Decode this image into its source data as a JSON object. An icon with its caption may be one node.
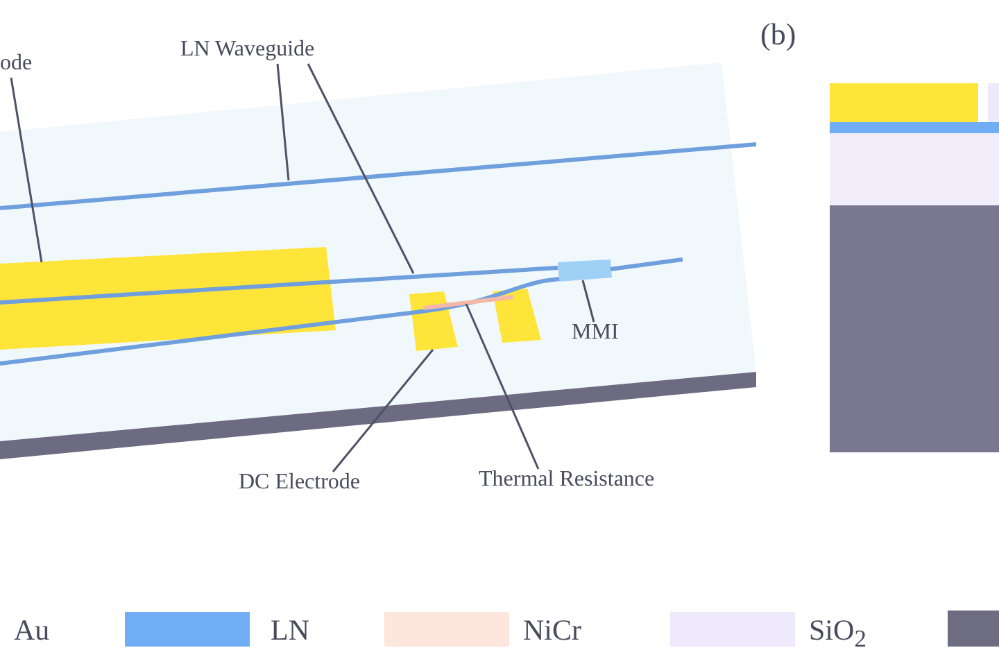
{
  "diagram": {
    "nodes": [
      {
        "text": [
          "ode"
        ]
      },
      {
        "text": [
          "LN Waveguide"
        ]
      },
      {
        "text": [],
        "shape": "bar"
      },
      {
        "text": [],
        "shape": "bar"
      },
      {
        "text": [],
        "shape": "box"
      },
      {
        "text": [],
        "shape": "box"
      },
      {
        "text": [
          "MMI"
        ]
      },
      {
        "text": [],
        "shape": "box"
      },
      {
        "text": [
          "DC Electrode"
        ]
      },
      {
        "text": [],
        "shape": "bar"
      },
      {
        "text": [
          "Thermal Resistance"
        ]
      },
      {
        "text": [],
        "shape": "box"
      }
    ],
    "edges": [
      {
        "from": 1,
        "to": 2,
        "arrow": "none"
      },
      {
        "from": 1,
        "to": 3,
        "arrow": "none"
      },
      {
        "from": 0,
        "to": 4,
        "arrow": "none"
      },
      {
        "from": 6,
        "to": 5,
        "arrow": "none"
      },
      {
        "from": 8,
        "to": 7,
        "arrow": "none"
      },
      {
        "from": 10,
        "to": 9,
        "arrow": "none"
      }
    ],
    "labels": [
      "(b)"
    ],
    "legend": [
      {
        "text": "Au"
      },
      {
        "text": "LN",
        "color": "#70adf5"
      },
      {
        "text": "NiCr",
        "color": "#fde6dc"
      },
      {
        "text": "SiO$_{2}$",
        "color": "#eeeafb"
      }
    ]
  }
}
